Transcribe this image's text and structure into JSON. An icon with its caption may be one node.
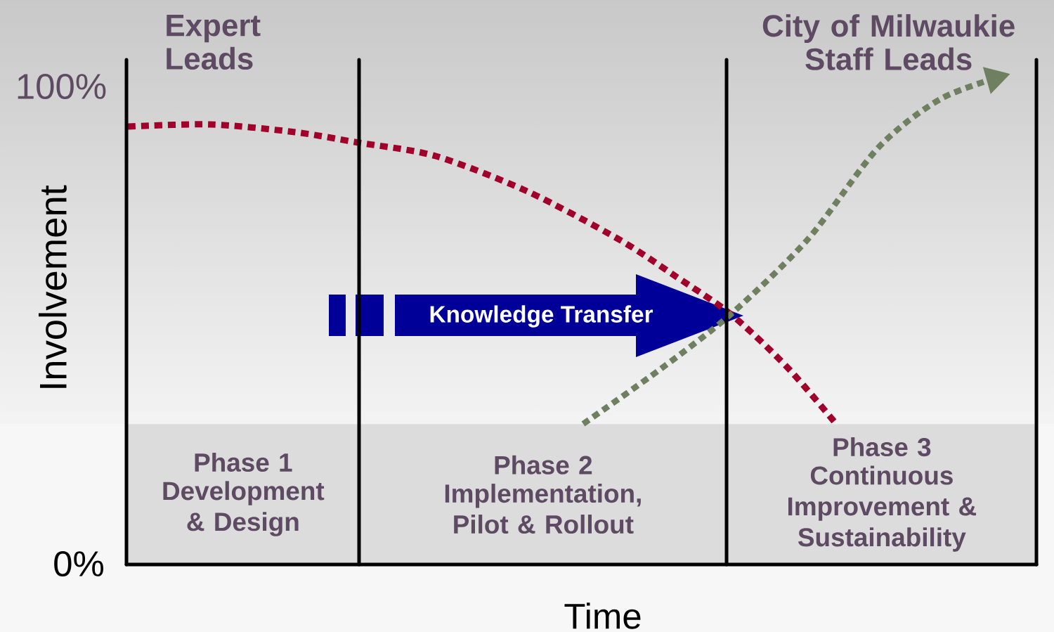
{
  "diagram": {
    "nodes": [
      {
        "text": [
          "Phase 1",
          "Development & Design"
        ]
      },
      {
        "text": [
          "Phase 2",
          "Implementation, Pilot & Rollout"
        ]
      },
      {
        "text": [
          "Phase 3",
          "Continuous Improvement & Sustainability"
        ]
      },
      {
        "text": [
          "Knowledge Transfer"
        ]
      }
    ],
    "labels": [
      "Expert Leads",
      "City of Milwaukie Staff Leads",
      "100%",
      "Involvement",
      "0%",
      "Time"
    ]
  }
}
